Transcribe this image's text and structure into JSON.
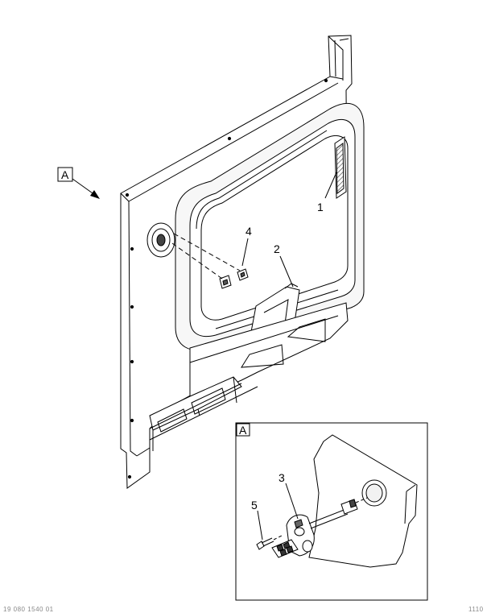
{
  "view_label": "A",
  "detail": {
    "label": "A"
  },
  "callouts": [
    "1",
    "2",
    "3",
    "4",
    "5"
  ],
  "footer": {
    "left": "19 080 1540 01",
    "right": "1110"
  }
}
